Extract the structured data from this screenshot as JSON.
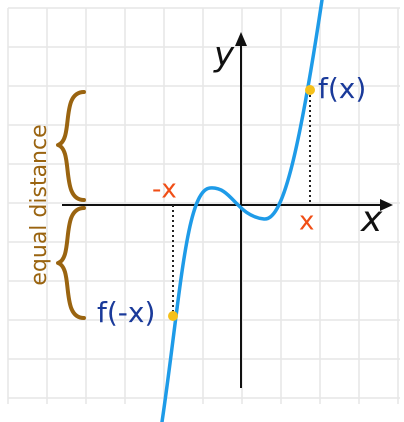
{
  "labels": {
    "y_axis": "y",
    "x_axis": "x",
    "fx": "f(x)",
    "fnegx": "f(-x)",
    "x_tick": "x",
    "negx_tick": "-x",
    "equal_distance": "equal distance"
  },
  "colors": {
    "curve": "#1e9be8",
    "point": "#f5c01a",
    "axis": "#111111",
    "grid": "#e6e6e6",
    "label_blue": "#1a3a9a",
    "label_orange": "#f04e16",
    "brace": "#9a6410"
  },
  "icons": {
    "brace_top": "curly-brace-icon",
    "brace_bottom": "curly-brace-icon"
  }
}
